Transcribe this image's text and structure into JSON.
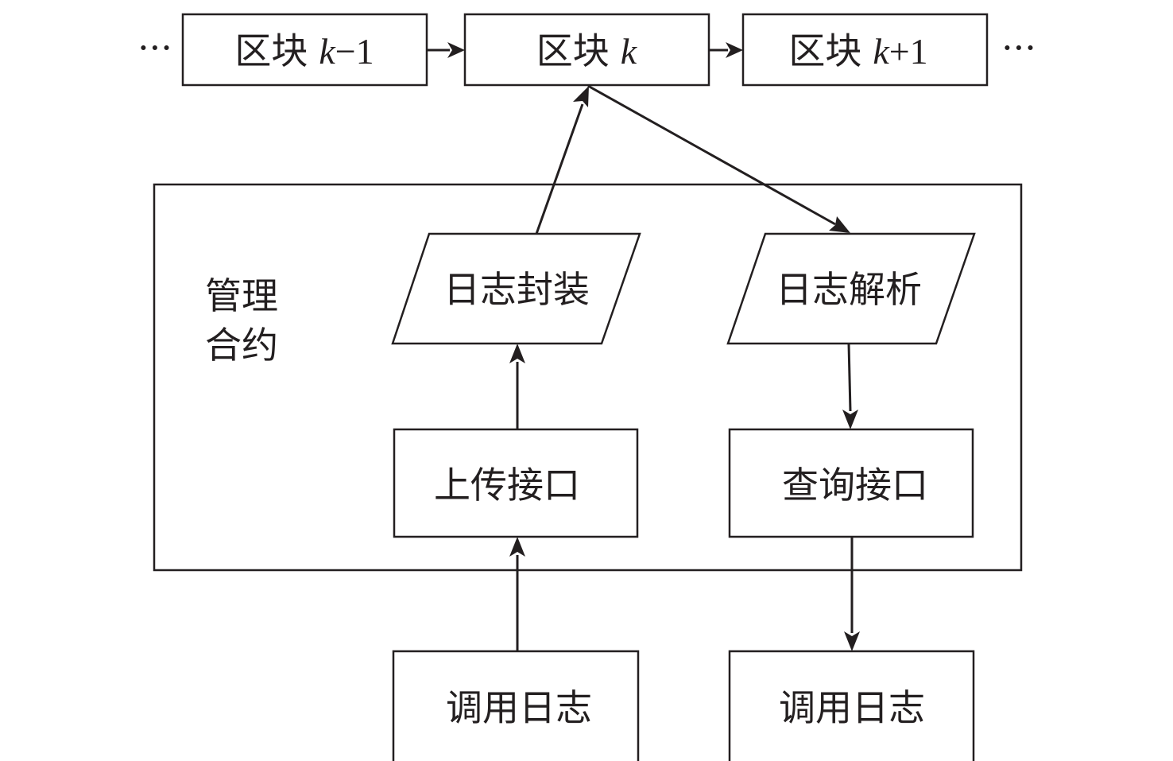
{
  "chain": {
    "ellipsis_left": "···",
    "ellipsis_right": "···",
    "prev_block": {
      "prefix": "区块",
      "var": "k",
      "suffix": "−1"
    },
    "curr_block": {
      "prefix": "区块",
      "var": "k",
      "suffix": ""
    },
    "next_block": {
      "prefix": "区块",
      "var": "k",
      "suffix": "+1"
    }
  },
  "contract": {
    "title_line1": "管理",
    "title_line2": "合约",
    "log_encapsulate": "日志封装",
    "log_parse": "日志解析",
    "upload_interface": "上传接口",
    "query_interface": "查询接口"
  },
  "external": {
    "call_log_in": "调用日志",
    "call_log_out": "调用日志"
  }
}
